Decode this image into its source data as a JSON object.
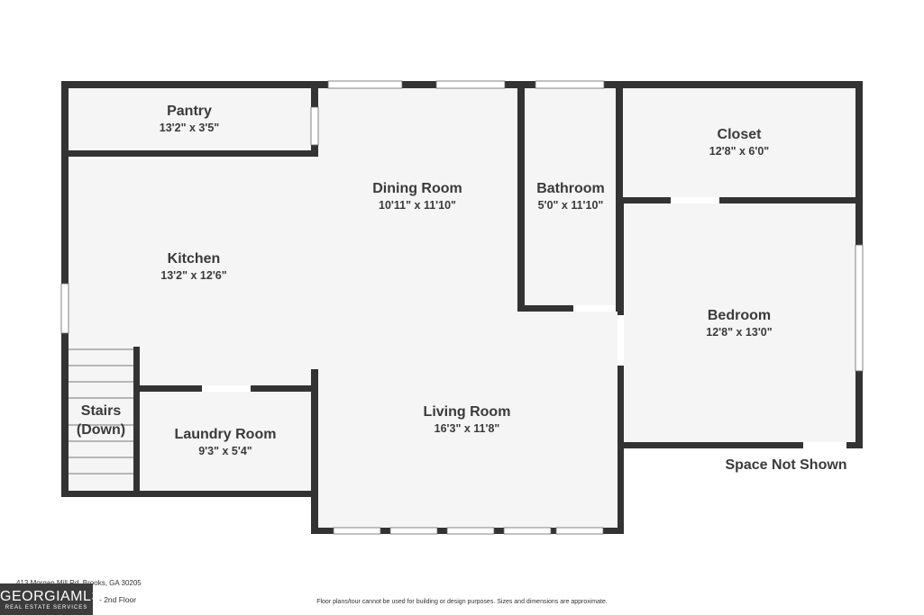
{
  "rooms": {
    "pantry": {
      "name": "Pantry",
      "dims": "13'2\" x 3'5\""
    },
    "dining": {
      "name": "Dining Room",
      "dims": "10'11\" x 11'10\""
    },
    "bathroom": {
      "name": "Bathroom",
      "dims": "5'0\" x 11'10\""
    },
    "closet": {
      "name": "Closet",
      "dims": "12'8\" x 6'0\""
    },
    "kitchen": {
      "name": "Kitchen",
      "dims": "13'2\" x 12'6\""
    },
    "bedroom": {
      "name": "Bedroom",
      "dims": "12'8\" x 13'0\""
    },
    "stairs": {
      "name_line1": "Stairs",
      "name_line2": "(Down)"
    },
    "laundry": {
      "name": "Laundry Room",
      "dims": "9'3\" x 5'4\""
    },
    "living": {
      "name": "Living Room",
      "dims": "16'3\" x 11'8\""
    }
  },
  "space_not_shown": "Space Not Shown",
  "footer": {
    "address": "413 Morgan Mill Rd, Brooks, GA 30205",
    "floor": "- 2nd Floor",
    "disclaimer": "Floor plans/tour cannot be used for building or design purposes. Sizes and dimensions are approximate."
  },
  "logo": {
    "main": "GEORGIAMLS",
    "sub": "REAL ESTATE SERVICES"
  },
  "colors": {
    "wall": "#333333",
    "floor": "#f5f5f5",
    "text": "#3a3a3a"
  }
}
